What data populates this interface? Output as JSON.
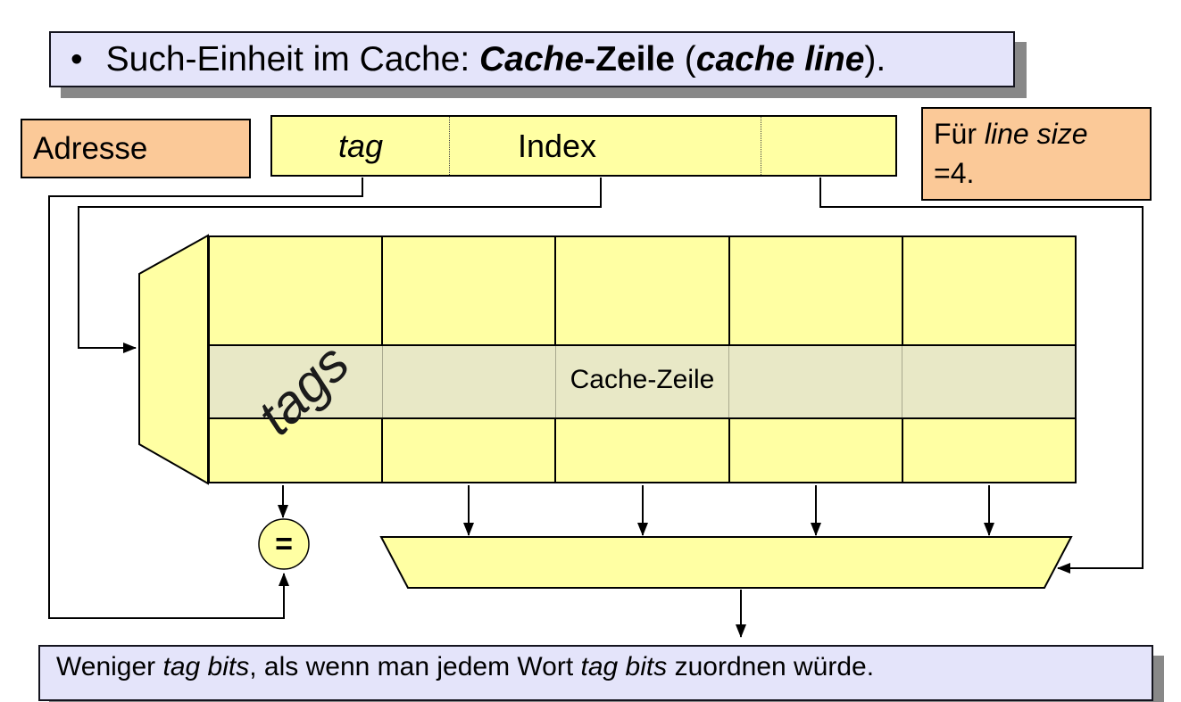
{
  "colors": {
    "box_yellow": "#FFFFA3",
    "row_highlight": "#E8E8C6",
    "panel_lavender": "#E4E4FA",
    "note_orange": "#FBC998",
    "shadow_gray": "#888888",
    "line_black": "#000000"
  },
  "banner": {
    "bullet": "•",
    "segments": [
      {
        "t": "Such-Einheit im Cache: ",
        "s": "n"
      },
      {
        "t": "Cache",
        "s": "bi"
      },
      {
        "t": "-Zeile",
        "s": "b"
      },
      {
        "t": " (",
        "s": "n"
      },
      {
        "t": "cache line",
        "s": "bi"
      },
      {
        "t": ").",
        "s": "n"
      }
    ]
  },
  "address_box": {
    "label": "Adresse"
  },
  "address_fields": [
    {
      "label": "tag",
      "italic": true
    },
    {
      "label": "Index",
      "italic": false
    },
    {
      "label": "",
      "italic": false
    }
  ],
  "line_size_note": {
    "line1_segments": [
      {
        "t": "Für ",
        "s": "n"
      },
      {
        "t": "line size",
        "s": "i"
      }
    ],
    "line2": "=4."
  },
  "cache": {
    "tags_label": "tags",
    "line_label": "Cache-Zeile",
    "columns": 5,
    "rows": 3
  },
  "comparator": {
    "symbol": "="
  },
  "footer": {
    "segments": [
      {
        "t": "Weniger ",
        "s": "n"
      },
      {
        "t": "tag bits",
        "s": "i"
      },
      {
        "t": ", als wenn man jedem Wort ",
        "s": "n"
      },
      {
        "t": "tag bits",
        "s": "i"
      },
      {
        "t": " zuordnen würde.",
        "s": "n"
      }
    ]
  }
}
